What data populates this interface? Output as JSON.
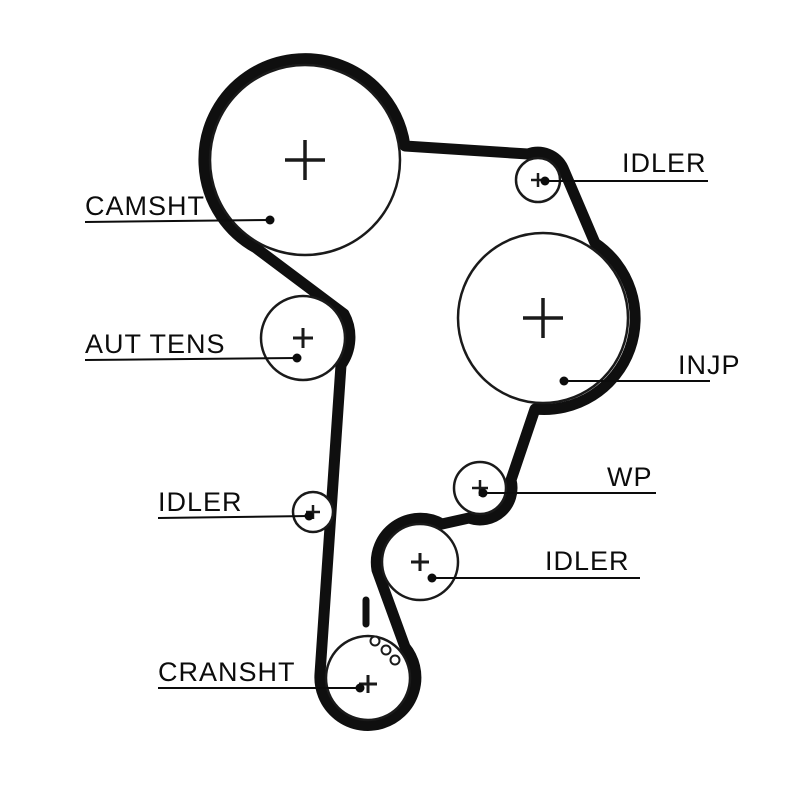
{
  "diagram": {
    "type": "timing-belt-routing",
    "background": "#ffffff",
    "belt_color": "#0f0f0f",
    "outline_color": "#1a1a1a",
    "label_color": "#0c0c0c",
    "pulleys": [
      {
        "id": "camsht",
        "label": "CAMSHT"
      },
      {
        "id": "idler-top",
        "label": "IDLER"
      },
      {
        "id": "injp",
        "label": "INJP"
      },
      {
        "id": "aut-tens",
        "label": "AUT TENS"
      },
      {
        "id": "idler-left",
        "label": "IDLER"
      },
      {
        "id": "wp",
        "label": "WP"
      },
      {
        "id": "idler-bottom",
        "label": "IDLER"
      },
      {
        "id": "cransht",
        "label": "CRANSHT"
      }
    ]
  }
}
